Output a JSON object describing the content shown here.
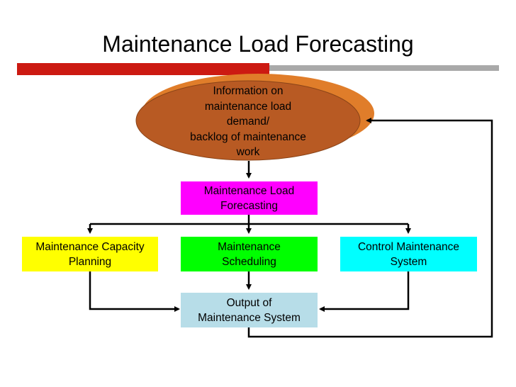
{
  "slide": {
    "title": "Maintenance Load Forecasting"
  },
  "diagram": {
    "info_node": {
      "lines": [
        "Information on",
        "maintenance load",
        "demand/",
        "backlog of maintenance",
        "work"
      ],
      "color": "#b85a23"
    },
    "forecast_node": {
      "lines": [
        "Maintenance Load",
        "Forecasting"
      ],
      "color": "#ff00ff"
    },
    "capacity_node": {
      "lines": [
        "Maintenance Capacity",
        "Planning"
      ],
      "color": "#ffff00"
    },
    "scheduling_node": {
      "lines": [
        "Maintenance",
        "Scheduling"
      ],
      "color": "#00ff00"
    },
    "control_node": {
      "lines": [
        "Control Maintenance",
        "System"
      ],
      "color": "#00ffff"
    },
    "output_node": {
      "lines": [
        "Output of",
        "Maintenance System"
      ],
      "color": "#b7dde8"
    }
  },
  "theme": {
    "accent_red": "#cc1a12",
    "accent_grey": "#a9a9a9"
  }
}
